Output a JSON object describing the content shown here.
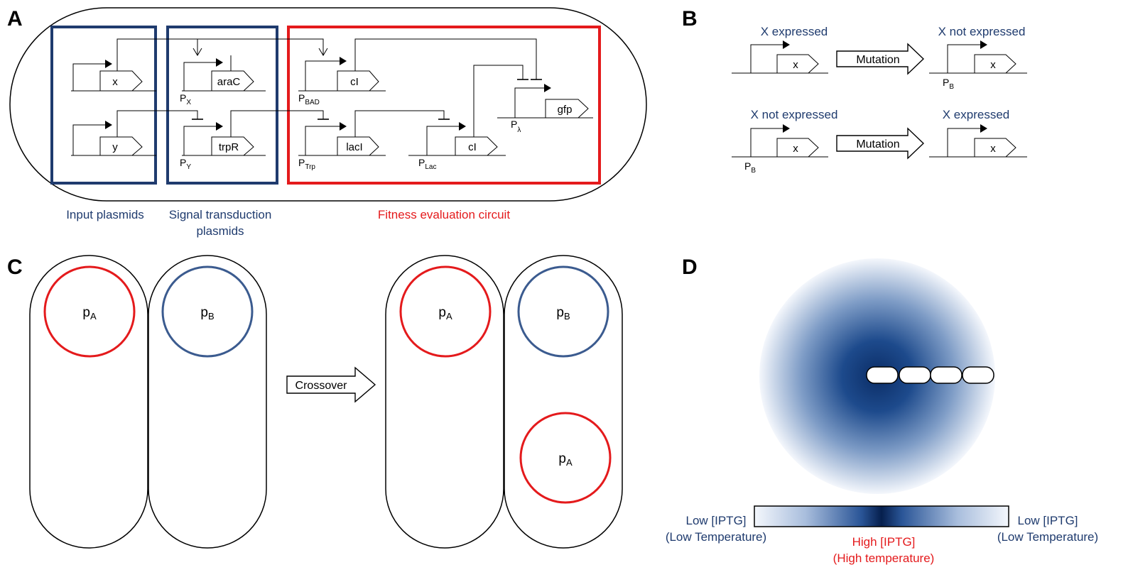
{
  "panels": {
    "a": "A",
    "b": "B",
    "c": "C",
    "d": "D"
  },
  "panel_a": {
    "genes": {
      "x": "x",
      "y": "y",
      "arac": "araC",
      "trpr": "trpR",
      "ci_top": "cI",
      "laci": "lacI",
      "ci_bottom": "cI",
      "gfp": "gfp"
    },
    "promoters": {
      "px": {
        "base": "P",
        "sub": "X"
      },
      "py": {
        "base": "P",
        "sub": "Y"
      },
      "pbad": {
        "base": "P",
        "sub": "BAD"
      },
      "ptrp": {
        "base": "P",
        "sub": "Trp"
      },
      "plac": {
        "base": "P",
        "sub": "Lac"
      },
      "plambda": {
        "base": "P",
        "sub": "λ"
      }
    },
    "captions": {
      "input": "Input plasmids",
      "signal_line1": "Signal transduction",
      "signal_line2": "plasmids",
      "fitness": "Fitness evaluation circuit"
    },
    "colors": {
      "module_blue": "#1f3b6e",
      "module_red": "#e41a1c"
    }
  },
  "panel_b": {
    "row1": {
      "left_label": "X expressed",
      "right_label": "X not expressed",
      "arrow_label": "Mutation",
      "gene_left": "x",
      "gene_right": "x",
      "promoter": {
        "base": "P",
        "sub": "B"
      }
    },
    "row2": {
      "left_label": "X not expressed",
      "right_label": "X expressed",
      "arrow_label": "Mutation",
      "gene_left": "x",
      "gene_right": "x",
      "promoter": {
        "base": "P",
        "sub": "B"
      }
    }
  },
  "panel_c": {
    "arrow_label": "Crossover",
    "plasmids": {
      "left_a": {
        "base": "p",
        "sub": "A"
      },
      "left_b": {
        "base": "p",
        "sub": "B"
      },
      "right_a": {
        "base": "p",
        "sub": "A"
      },
      "right_b": {
        "base": "p",
        "sub": "B"
      },
      "right_a2": {
        "base": "p",
        "sub": "A"
      }
    },
    "colors": {
      "pa": "#e41a1c",
      "pb": "#3b5b8f"
    }
  },
  "panel_d": {
    "left_line1": "Low [IPTG]",
    "left_line2": "(Low Temperature)",
    "right_line1": "Low [IPTG]",
    "right_line2": "(Low Temperature)",
    "center_line1": "High [IPTG]",
    "center_line2": "(High temperature)",
    "colors": {
      "gradient_center": "#0b2d66",
      "label_blue": "#1f3b6e",
      "label_red": "#e41a1c"
    }
  }
}
